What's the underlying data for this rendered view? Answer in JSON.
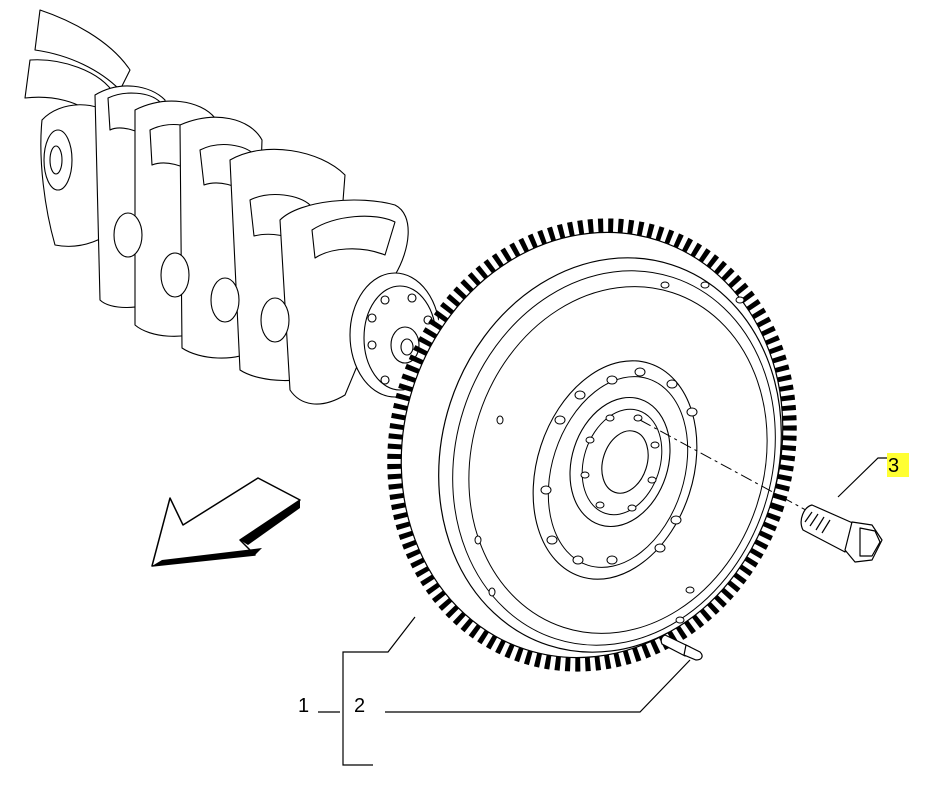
{
  "callouts": [
    {
      "label": "1"
    },
    {
      "label": "2"
    },
    {
      "label": "3",
      "highlighted": true
    }
  ],
  "colors": {
    "line": "#000000",
    "background": "#ffffff",
    "highlight": "#ffff33"
  }
}
